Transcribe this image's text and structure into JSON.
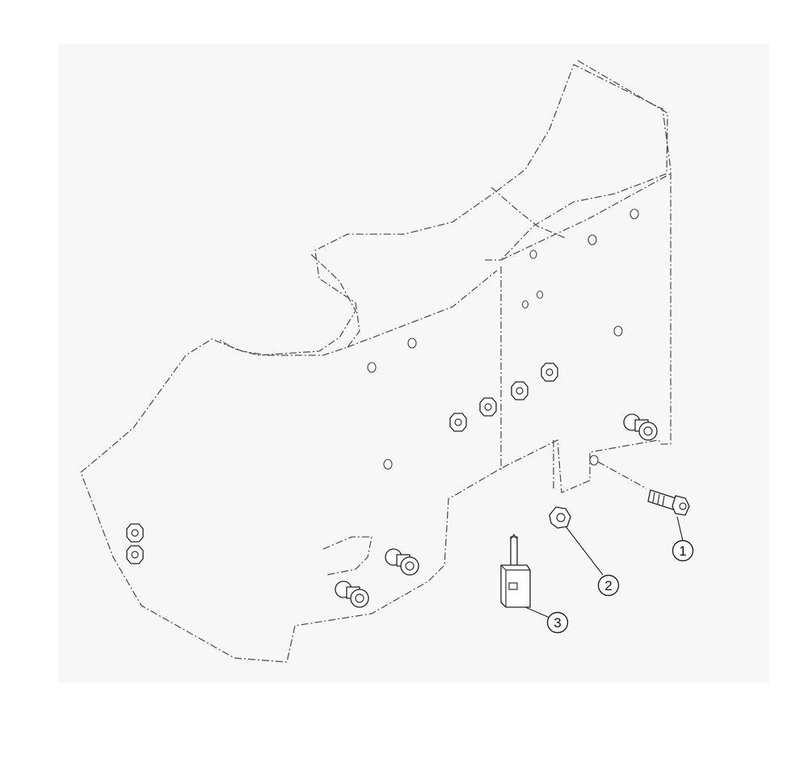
{
  "callouts": [
    {
      "id": "1",
      "label": "1"
    },
    {
      "id": "2",
      "label": "2"
    },
    {
      "id": "3",
      "label": "3"
    }
  ],
  "colors": {
    "line": "#333333",
    "background": "#f7f7f7"
  }
}
